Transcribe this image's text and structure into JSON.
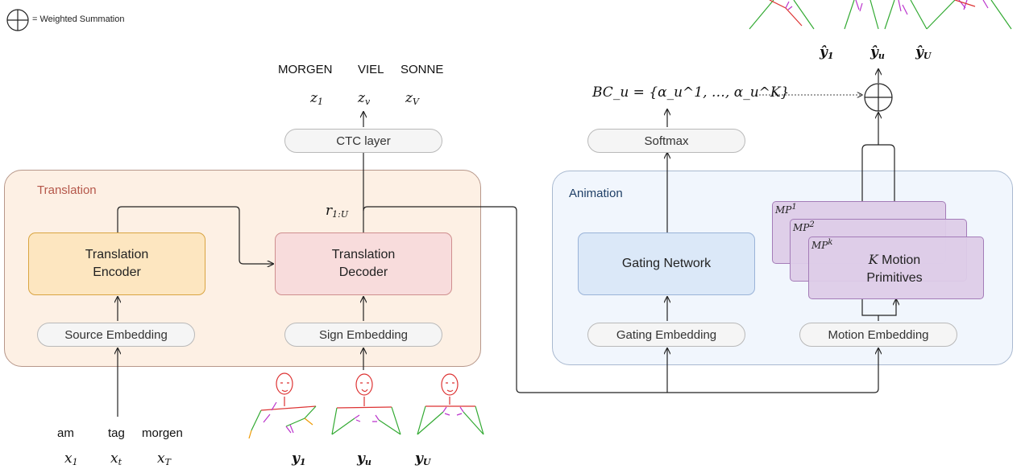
{
  "legend": {
    "text": "= Weighted Summation"
  },
  "translation": {
    "title": "Translation",
    "encoder_label": "Translation\nEncoder",
    "decoder_label": "Translation\nDecoder",
    "source_embedding": "Source Embedding",
    "sign_embedding": "Sign Embedding",
    "ctc_layer": "CTC layer",
    "glosses": [
      "MORGEN",
      "VIEL",
      "SONNE"
    ],
    "gloss_vars": [
      {
        "base": "z",
        "sub": "1"
      },
      {
        "base": "z",
        "sub": "v"
      },
      {
        "base": "z",
        "sub": "V"
      }
    ],
    "hidden_base": "r",
    "hidden_sub": "1:U",
    "source_words": [
      "am",
      "tag",
      "morgen"
    ],
    "source_vars": [
      {
        "base": "x",
        "sub": "1"
      },
      {
        "base": "x",
        "sub": "t"
      },
      {
        "base": "x",
        "sub": "T"
      }
    ],
    "pose_vars": [
      {
        "base": "y",
        "sub": "1"
      },
      {
        "base": "y",
        "sub": "u"
      },
      {
        "base": "y",
        "sub": "U"
      }
    ]
  },
  "animation": {
    "title": "Animation",
    "gating_network": "Gating Network",
    "gating_embedding": "Gating Embedding",
    "motion_embedding": "Motion Embedding",
    "softmax": "Softmax",
    "mp_labels": [
      {
        "base": "MP",
        "sup": "1"
      },
      {
        "base": "MP",
        "sup": "2"
      },
      {
        "base": "MP",
        "sup": "k"
      }
    ],
    "mp_text_symbol": "K",
    "mp_text": " Motion\nPrimitives",
    "bc_formula": "BC_u = {α_u^1, …, α_u^K}",
    "output_vars": [
      {
        "base": "ŷ",
        "sub": "1"
      },
      {
        "base": "ŷ",
        "sub": "u"
      },
      {
        "base": "ŷ",
        "sub": "U"
      }
    ]
  },
  "colors": {
    "translation_panel": "#fdf0e4",
    "animation_panel": "#f1f6fd",
    "encoder": "#fde6c0",
    "decoder": "#f8dcdc",
    "gating": "#dbe8f8",
    "motion_primitive": "#ddcce8",
    "translation_title": "#b5574a",
    "animation_title": "#1f3f66"
  }
}
